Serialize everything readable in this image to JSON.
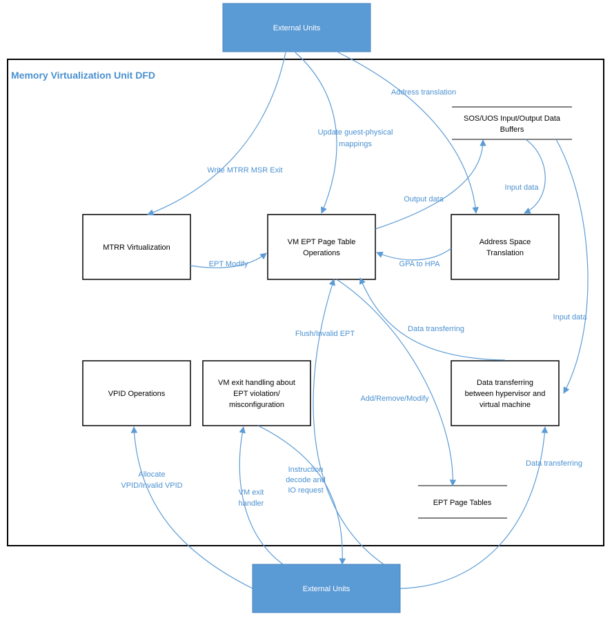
{
  "diagram": {
    "title": "Memory Virtualization Unit DFD",
    "colors": {
      "external": "#5b9bd5",
      "flow": "#5b9bd5",
      "flow_label": "#4a90d0",
      "frame": "#000000"
    },
    "external_top": "External Units",
    "external_bottom": "External Units",
    "processes": {
      "mtrr": "MTRR Virtualization",
      "ept_ops": [
        "VM EPT Page Table",
        "Operations"
      ],
      "addr_trans": [
        "Address Space",
        "Translation"
      ],
      "vpid": "VPID Operations",
      "vm_exit": [
        "VM exit handling about",
        "EPT violation/",
        "misconfiguration"
      ],
      "data_transfer": [
        "Data transferring",
        "between hypervisor and",
        "virtual machine"
      ]
    },
    "stores": {
      "buffers": [
        "SOS/UOS Input/Output Data",
        "Buffers"
      ],
      "ept_tables": "EPT Page Tables"
    },
    "flows": {
      "write_mtrr": "Write MTRR MSR Exit",
      "update_mappings": [
        "Update guest-physical",
        "mappings"
      ],
      "address_translation": "Address translation",
      "output_data": "Output data",
      "input_data_1": "Input data",
      "input_data_2": "Input data",
      "ept_modify": "EPT Modify",
      "gpa_to_hpa": "GPA to HPA",
      "flush_invalid": "Flush/Invalid EPT",
      "data_transferring_1": "Data transferring",
      "add_remove_modify": "Add/Remove/Modify",
      "allocate_vpid": [
        "Allocate",
        "VPID/Invalid VPID"
      ],
      "vm_exit_handler": [
        "VM exit",
        "handler"
      ],
      "instruction_decode": [
        "Instruction",
        "decode and",
        "IO request"
      ],
      "data_transferring_2": "Data transferring"
    }
  }
}
